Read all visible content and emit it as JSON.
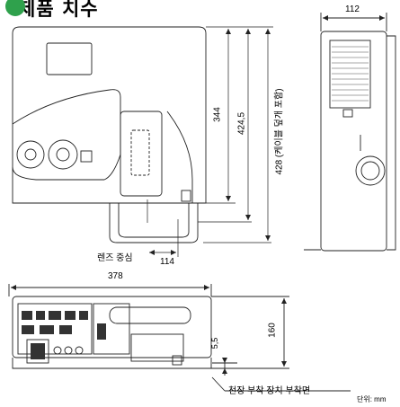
{
  "title": "제품 치수",
  "title_color": "#2fa14c",
  "dimensions": {
    "side_width": "112",
    "front_width": "378",
    "lens_offset": "114",
    "height_344": "344",
    "height_424": "424,5",
    "height_428": "428 (케이블 덮개 포함)",
    "front_height": "160",
    "foot_height": "5,5"
  },
  "labels": {
    "lens_center": "렌즈 중심",
    "ceiling_mount": "천장 부착 장치 부착면",
    "unit": "단위: mm"
  }
}
